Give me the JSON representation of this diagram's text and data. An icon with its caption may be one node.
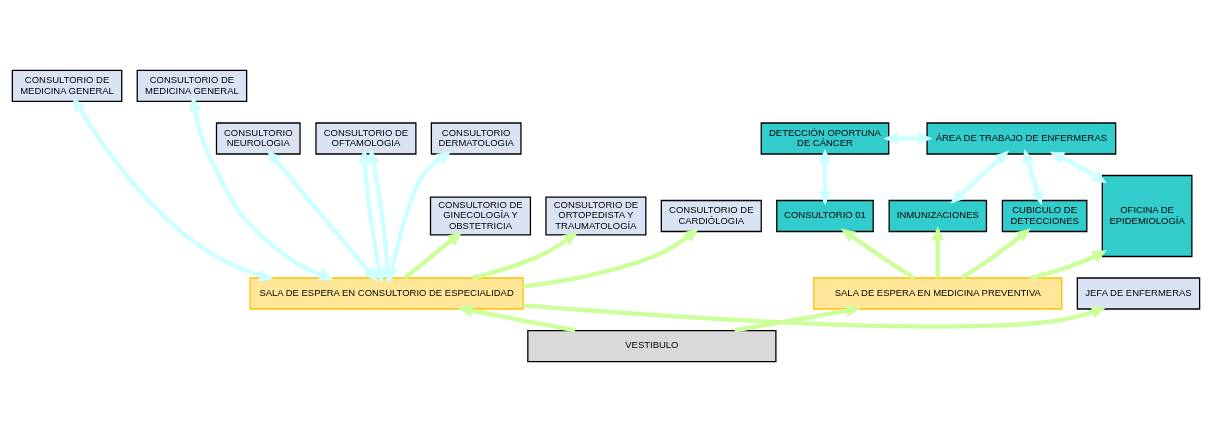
{
  "diagram": {
    "nodes": [
      {
        "text": [
          "CONSULTORIO DE MEDICINA GENERAL"
        ]
      },
      {
        "text": [
          "CONSULTORIO DE MEDICINA GENERAL"
        ]
      },
      {
        "text": [
          "CONSULTORIO NEUROLOGIA"
        ]
      },
      {
        "text": [
          "CONSULTORIO DE OFTAMOLOGIA"
        ]
      },
      {
        "text": [
          "CONSULTORIO DERMATOLOGIA"
        ]
      },
      {
        "text": [
          "CONSULTORIO DE GINECOLOGÍA Y OBSTETRICIA"
        ]
      },
      {
        "text": [
          "CONSULTORIO DE ORTOPEDISTA Y TRAUMATOLOGÍA"
        ]
      },
      {
        "text": [
          "CONSULTORIO DE CARDIÓLOGIA"
        ]
      },
      {
        "text": [
          "JEFA DE ENFERMERAS"
        ]
      },
      {
        "text": [
          "SALA DE ESPERA EN CONSULTORIO DE ESPECIALIDAD"
        ]
      },
      {
        "text": [
          "DETECCIÓN OPORTUNA DE CÁNCER"
        ]
      },
      {
        "text": [
          "ÁREA DE TRABAJO DE ENFERMERAS"
        ]
      },
      {
        "text": [
          "CONSULTORIO 01"
        ]
      },
      {
        "text": [
          "INMUNIZACIONES"
        ]
      },
      {
        "text": [
          "CUBICULO DE DETECCIONES"
        ]
      },
      {
        "text": [
          "OFICINA DE EPIDEMIOLOGÍA"
        ]
      },
      {
        "text": [
          "SALA DE ESPERA EN MEDICINA PREVENTIVA"
        ]
      },
      {
        "text": [
          "VESTIBULO"
        ]
      }
    ],
    "edges": [
      {
        "from": 9,
        "to": 5,
        "arrow": "to",
        "color": "#ccff99"
      },
      {
        "from": 9,
        "to": 6,
        "arrow": "to",
        "color": "#ccff99"
      },
      {
        "from": 9,
        "to": 7,
        "arrow": "to",
        "color": "#ccff99"
      },
      {
        "from": 9,
        "to": 8,
        "arrow": "to",
        "color": "#ccff99"
      },
      {
        "from": 9,
        "to": 2,
        "arrow": "both"
      },
      {
        "from": 9,
        "to": 3,
        "arrow": "both"
      },
      {
        "from": 9,
        "to": 0,
        "arrow": "both"
      },
      {
        "from": 9,
        "to": 1,
        "arrow": "both"
      },
      {
        "from": 9,
        "to": 3,
        "arrow": "both"
      },
      {
        "from": 9,
        "to": 4,
        "arrow": "both"
      },
      {
        "from": 17,
        "to": 9,
        "arrow": "to",
        "color": "#ccff99"
      },
      {
        "from": 17,
        "to": 16,
        "arrow": "to",
        "color": "#ccff99"
      },
      {
        "from": 16,
        "to": 12,
        "arrow": "to",
        "color": "#ccff99"
      },
      {
        "from": 16,
        "to": 13,
        "arrow": "to",
        "color": "#ccff99"
      },
      {
        "from": 16,
        "to": 14,
        "arrow": "to",
        "color": "#ccff99"
      },
      {
        "from": 16,
        "to": 15,
        "arrow": "to",
        "color": "#ccff99"
      },
      {
        "from": 10,
        "to": 11,
        "arrow": "both"
      },
      {
        "from": 12,
        "to": 10,
        "arrow": "both"
      },
      {
        "from": 13,
        "to": 11,
        "arrow": "both"
      },
      {
        "from": 14,
        "to": 11,
        "arrow": "both"
      },
      {
        "from": 11,
        "to": 15,
        "arrow": "both"
      }
    ]
  }
}
